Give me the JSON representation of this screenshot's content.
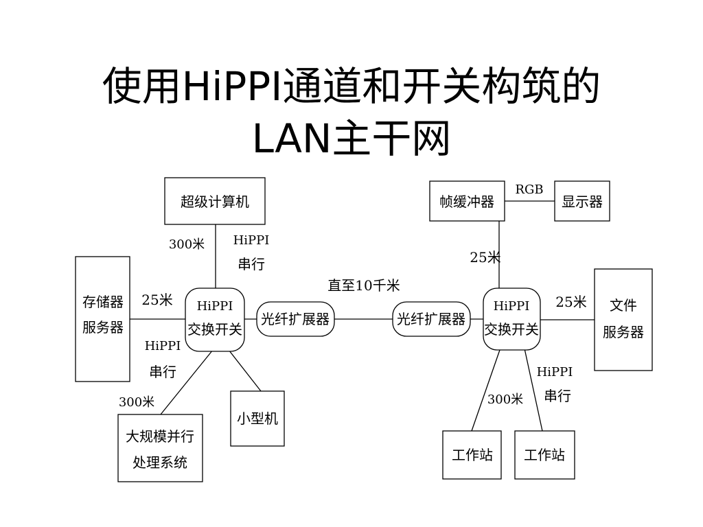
{
  "title": {
    "line1": "使用HiPPI通道和开关构筑的",
    "line2": "LAN主干网"
  },
  "nodes": {
    "supercomputer": "超级计算机",
    "storage_server": [
      "存储器",
      "服务器"
    ],
    "switch_left": [
      "HiPPI",
      "交换开关"
    ],
    "fiber_extender_left": "光纤扩展器",
    "fiber_extender_right": "光纤扩展器",
    "switch_right": [
      "HiPPI",
      "交换开关"
    ],
    "frame_buffer": "帧缓冲器",
    "display": "显示器",
    "file_server": [
      "文件",
      "服务器"
    ],
    "mpp_system": [
      "大规模并行",
      "处理系统"
    ],
    "minicomputer": "小型机",
    "workstation_1": "工作站",
    "workstation_2": "工作站"
  },
  "labels": {
    "super_dist": "300米",
    "super_link": [
      "HiPPI",
      "串行"
    ],
    "storage_dist": "25米",
    "mpp_link": [
      "HiPPI",
      "串行"
    ],
    "mpp_dist": "300米",
    "backbone_dist": "直至10千米",
    "rgb": "RGB",
    "framebuffer_dist": "25米",
    "fileserver_dist": "25米",
    "workstation_dist": "300米",
    "workstation_link": [
      "HiPPI",
      "串行"
    ]
  }
}
